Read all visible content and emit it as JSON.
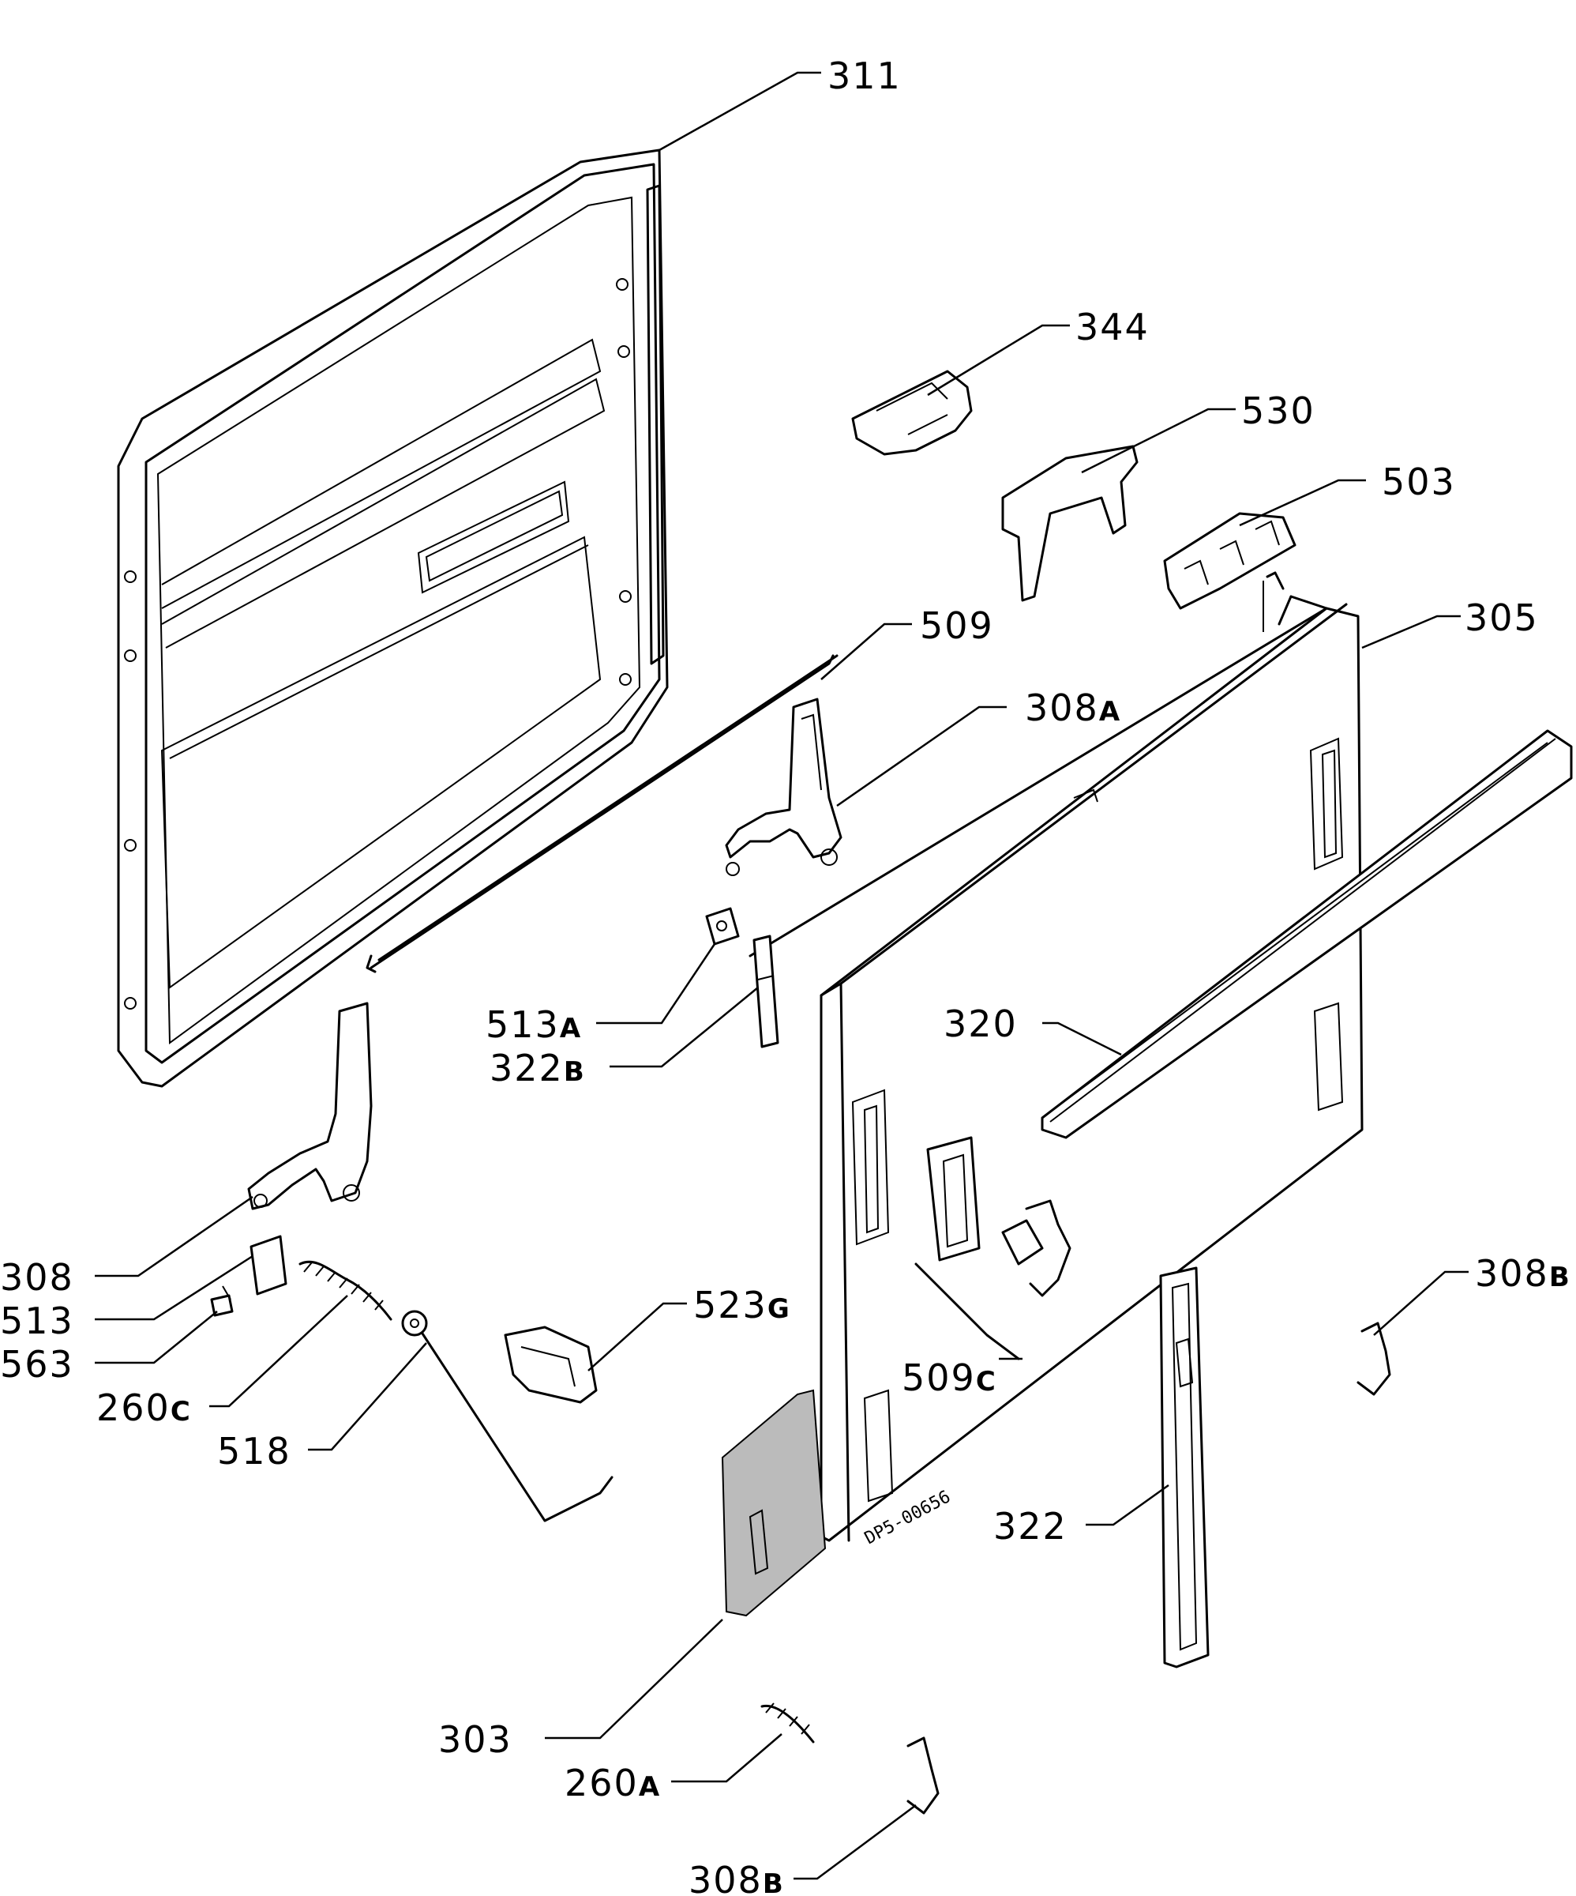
{
  "diagram_stamp": "DP5-00656",
  "labels": [
    {
      "id": "311",
      "number": "311",
      "suffix": ""
    },
    {
      "id": "344",
      "number": "344",
      "suffix": ""
    },
    {
      "id": "530",
      "number": "530",
      "suffix": ""
    },
    {
      "id": "503",
      "number": "503",
      "suffix": ""
    },
    {
      "id": "305",
      "number": "305",
      "suffix": ""
    },
    {
      "id": "509",
      "number": "509",
      "suffix": ""
    },
    {
      "id": "308A",
      "number": "308",
      "suffix": "A"
    },
    {
      "id": "513A",
      "number": "513",
      "suffix": "A"
    },
    {
      "id": "322B",
      "number": "322",
      "suffix": "B"
    },
    {
      "id": "320",
      "number": "320",
      "suffix": ""
    },
    {
      "id": "308",
      "number": "308",
      "suffix": ""
    },
    {
      "id": "513",
      "number": "513",
      "suffix": ""
    },
    {
      "id": "563",
      "number": "563",
      "suffix": ""
    },
    {
      "id": "523G",
      "number": "523",
      "suffix": "G"
    },
    {
      "id": "308B-right",
      "number": "308",
      "suffix": "B"
    },
    {
      "id": "260C",
      "number": "260",
      "suffix": "C"
    },
    {
      "id": "509C",
      "number": "509",
      "suffix": "C"
    },
    {
      "id": "518",
      "number": "518",
      "suffix": ""
    },
    {
      "id": "322",
      "number": "322",
      "suffix": ""
    },
    {
      "id": "303",
      "number": "303",
      "suffix": ""
    },
    {
      "id": "260A",
      "number": "260",
      "suffix": "A"
    },
    {
      "id": "308B-bottom",
      "number": "308",
      "suffix": "B"
    }
  ]
}
